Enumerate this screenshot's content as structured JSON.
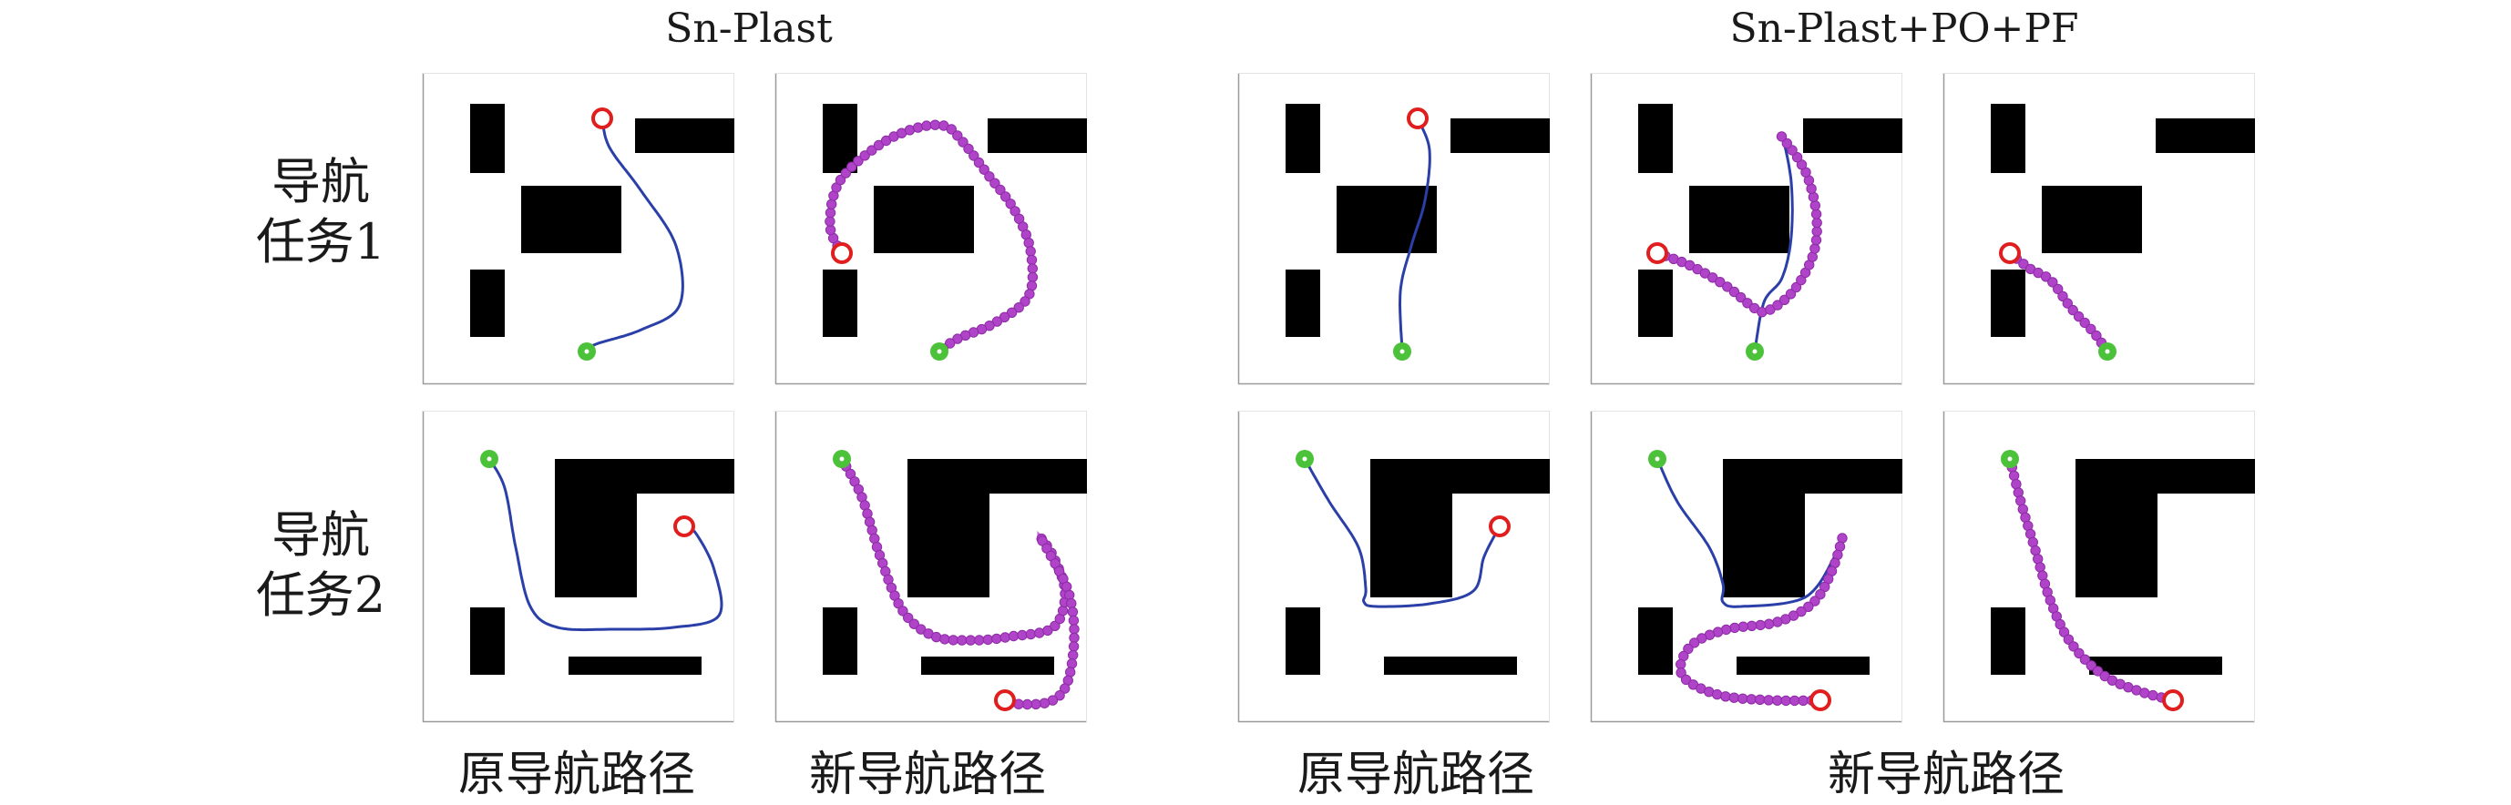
{
  "titles": {
    "left": "Sn-Plast",
    "right": "Sn-Plast+PO+PF"
  },
  "row_labels": [
    {
      "line1": "导航",
      "line2": "任务1"
    },
    {
      "line1": "导航",
      "line2": "任务2"
    }
  ],
  "column_labels": {
    "left_original": "原导航路径",
    "left_new": "新导航路径",
    "right_original": "原导航路径",
    "right_new": "新导航路径"
  },
  "legend_colors": {
    "original_path": "#2b3fa8",
    "new_path": "#b044c8",
    "start_marker": "#4cc23a",
    "goal_marker": "#e01e1e",
    "obstacle": "#000000"
  }
}
